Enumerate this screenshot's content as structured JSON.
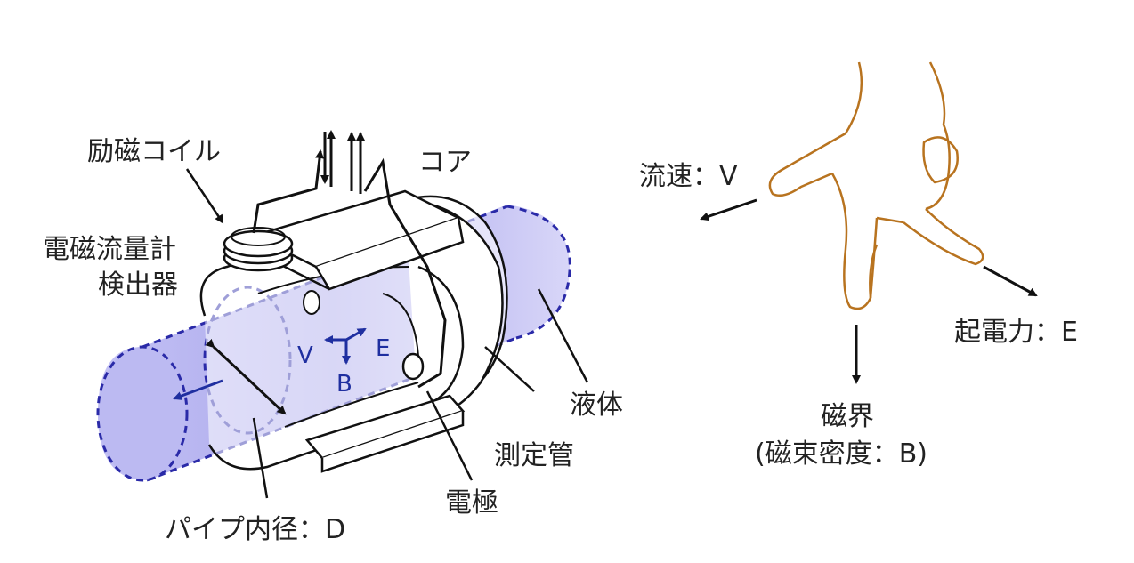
{
  "labels": {
    "excitation_coil": "励磁コイル",
    "core": "コア",
    "detector_line1": "電磁流量計",
    "detector_line2": "検出器",
    "liquid": "液体",
    "measuring_tube": "測定管",
    "electrode": "電極",
    "pipe_diameter": "パイプ内径：D",
    "vec_v": "V",
    "vec_e": "E",
    "vec_b": "B",
    "flow_velocity": "流速：V",
    "emf": "起電力：E",
    "magnetic_field_line1": "磁界",
    "magnetic_field_line2": "(磁束密度：B)"
  },
  "colors": {
    "liquid_fill": "#b3b0ee",
    "liquid_edge": "#2a2aa8",
    "hand_outline": "#b8731f",
    "line": "#111111",
    "vector_text": "#1f2fa0"
  }
}
